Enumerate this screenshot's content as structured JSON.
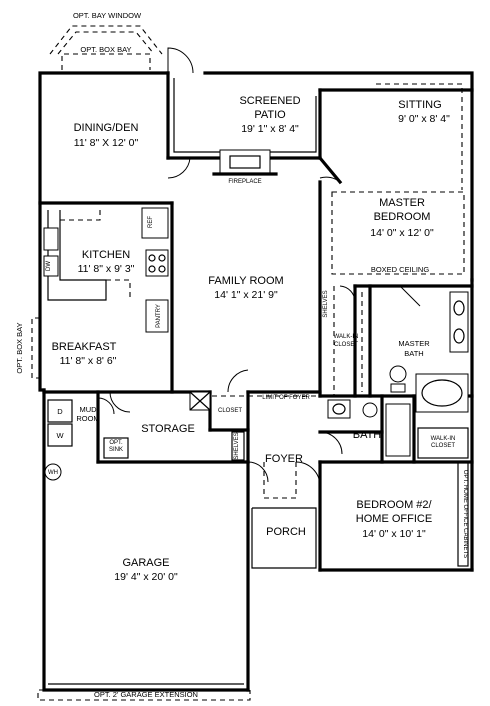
{
  "plan": {
    "opt_bay_window": "OPT. BAY WINDOW",
    "opt_box_bay_top": "OPT. BOX BAY",
    "opt_box_bay_left": "OPT. BOX BAY",
    "dining": {
      "name": "DINING/DEN",
      "size": "11' 8\" X 12' 0\""
    },
    "patio": {
      "name1": "SCREENED",
      "name2": "PATIO",
      "size": "19' 1\" x 8' 4\""
    },
    "sitting": {
      "name": "SITTING",
      "size": "9' 0\" x 8' 4\""
    },
    "fireplace": "FIREPLACE",
    "master_bedroom": {
      "name1": "MASTER",
      "name2": "BEDROOM",
      "size": "14' 0\" x 12' 0\""
    },
    "boxed_ceiling": "BOXED CEILING",
    "kitchen": {
      "name": "KITCHEN",
      "size": "11' 8\" x 9' 3\""
    },
    "ref": "REF",
    "dw": "DW",
    "pantry": "PANTRY",
    "family_room": {
      "name": "FAMILY ROOM",
      "size": "14' 1\" x 21' 9\""
    },
    "shelves_1": "SHELVES",
    "walk_in_closet_1": {
      "l1": "WALK-IN",
      "l2": "CLOSET"
    },
    "master_bath": {
      "l1": "MASTER",
      "l2": "BATH"
    },
    "breakfast": {
      "name": "BREAKFAST",
      "size": "11' 8\" x 8' 6\""
    },
    "limit_of_foyer": "LIMIT OF FOYER",
    "closet": "CLOSET",
    "mud_room": {
      "l1": "MUD",
      "l2": "ROOM"
    },
    "d": "D",
    "w": "W",
    "opt_sink": {
      "l1": "OPT.",
      "l2": "SINK"
    },
    "storage": "STORAGE",
    "shelves_2": "SHELVES",
    "bath": "BATH",
    "walk_in_closet_2": {
      "l1": "WALK-IN",
      "l2": "CLOSET"
    },
    "wh": "WH",
    "foyer": "FOYER",
    "opt_home_office_cabinets": "OPT. HOME OFFICE CABINETS",
    "bedroom2": {
      "name1": "BEDROOM #2/",
      "name2": "HOME OFFICE",
      "size": "14' 0\" x 10' 1\""
    },
    "porch": "PORCH",
    "garage": {
      "name": "GARAGE",
      "size": "19' 4\" x 20' 0\""
    },
    "opt_garage_extension": "OPT. 2' GARAGE EXTENSION"
  }
}
